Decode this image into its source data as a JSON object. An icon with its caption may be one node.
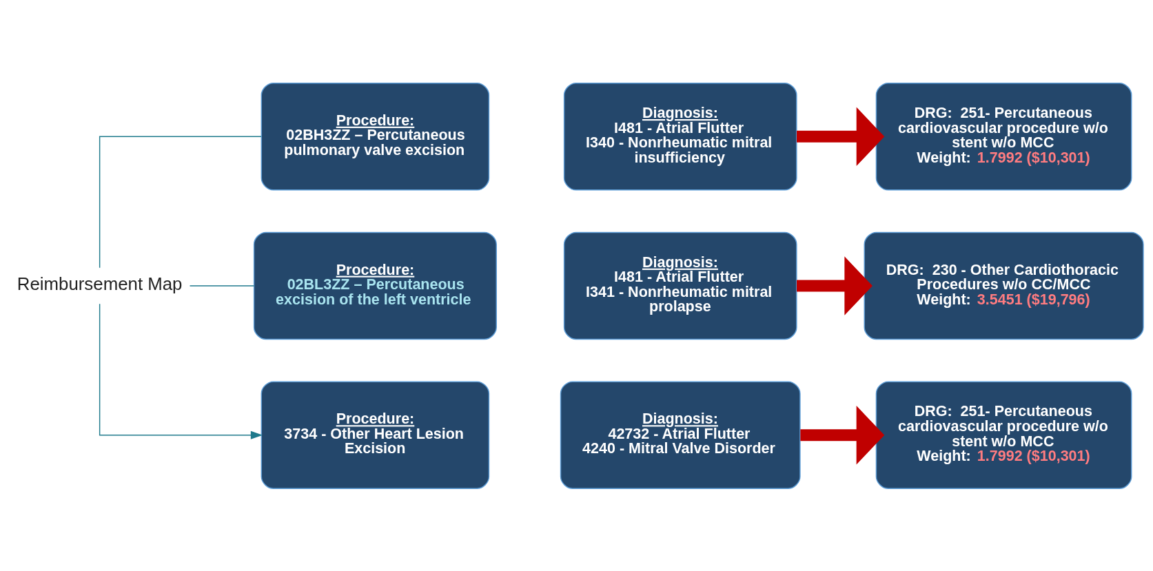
{
  "diagram": {
    "nodes": [
      {
        "text": [
          "Reimbursement Map"
        ]
      },
      {
        "text": [
          "Procedure:",
          "02BH3ZZ – Percutaneous pulmonary valve excision"
        ]
      },
      {
        "text": [
          "Diagnosis:",
          "I481 - Atrial Flutter",
          "I340 - Nonrheumatic mitral insufficiency"
        ]
      },
      {
        "text": [
          "DRG:  251- Percutaneous cardiovascular procedure w/o stent w/o MCC",
          "Weight:",
          "1.7992 ($10,301)"
        ]
      },
      {
        "text": [
          "Procedure:",
          "02BL3ZZ – Percutaneous excision of the left ventricle"
        ]
      },
      {
        "text": [
          "Diagnosis:",
          "I481 - Atrial Flutter",
          "I341 - Nonrheumatic mitral prolapse"
        ]
      },
      {
        "text": [
          "DRG:  230 - Other Cardiothoracic Procedures w/o CC/MCC",
          "Weight:",
          "3.5451 ($19,796)"
        ]
      },
      {
        "text": [
          "Procedure:",
          "3734 - Other Heart Lesion Excision"
        ]
      },
      {
        "text": [
          "Diagnosis:",
          "42732 - Atrial Flutter",
          "4240 - Mitral Valve Disorder"
        ]
      },
      {
        "text": [
          "DRG:  251- Percutaneous cardiovascular procedure w/o stent w/o MCC",
          "Weight:",
          "1.7992 ($10,301)"
        ]
      }
    ],
    "edges": [
      {
        "from": 0,
        "to": 1,
        "arrow": "none"
      },
      {
        "from": 0,
        "to": 4,
        "arrow": "none"
      },
      {
        "from": 0,
        "to": 7,
        "arrow": "to"
      },
      {
        "from": 2,
        "to": 3,
        "arrow": "to",
        "style": "thick",
        "color": "#c00000"
      },
      {
        "from": 5,
        "to": 6,
        "arrow": "to",
        "style": "thick",
        "color": "#c00000"
      },
      {
        "from": 8,
        "to": 9,
        "arrow": "to",
        "style": "thick",
        "color": "#c00000"
      }
    ]
  }
}
